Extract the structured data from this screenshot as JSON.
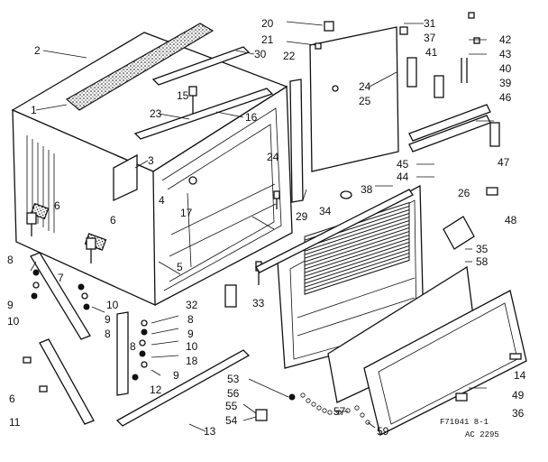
{
  "diagram": {
    "part_numbers": {
      "p1": "1",
      "p2": "2",
      "p3": "3",
      "p4": "4",
      "p5": "5",
      "p6a": "6",
      "p6b": "6",
      "p6c": "6",
      "p7": "7",
      "p8a": "8",
      "p8b": "8",
      "p8c": "8",
      "p8d": "8",
      "p9a": "9",
      "p9b": "9",
      "p9c": "9",
      "p9d": "9",
      "p10a": "10",
      "p10b": "10",
      "p10c": "10",
      "p11": "11",
      "p12": "12",
      "p13": "13",
      "p14": "14",
      "p15": "15",
      "p16": "16",
      "p17": "17",
      "p18": "18",
      "p20": "20",
      "p21": "21",
      "p22": "22",
      "p23": "23",
      "p24a": "24",
      "p24b": "24",
      "p25": "25",
      "p26": "26",
      "p29": "29",
      "p30": "30",
      "p31": "31",
      "p32": "32",
      "p33": "33",
      "p34": "34",
      "p35": "35",
      "p36": "36",
      "p37": "37",
      "p38": "38",
      "p39": "39",
      "p40": "40",
      "p41": "41",
      "p42": "42",
      "p43": "43",
      "p44": "44",
      "p45": "45",
      "p46": "46",
      "p47": "47",
      "p48": "48",
      "p49": "49",
      "p53": "53",
      "p54": "54",
      "p55": "55",
      "p56": "56",
      "p57": "57",
      "p58": "58",
      "p59": "59"
    },
    "drawing_code": "F71041 8-1",
    "ac_code": "AC 2295"
  }
}
